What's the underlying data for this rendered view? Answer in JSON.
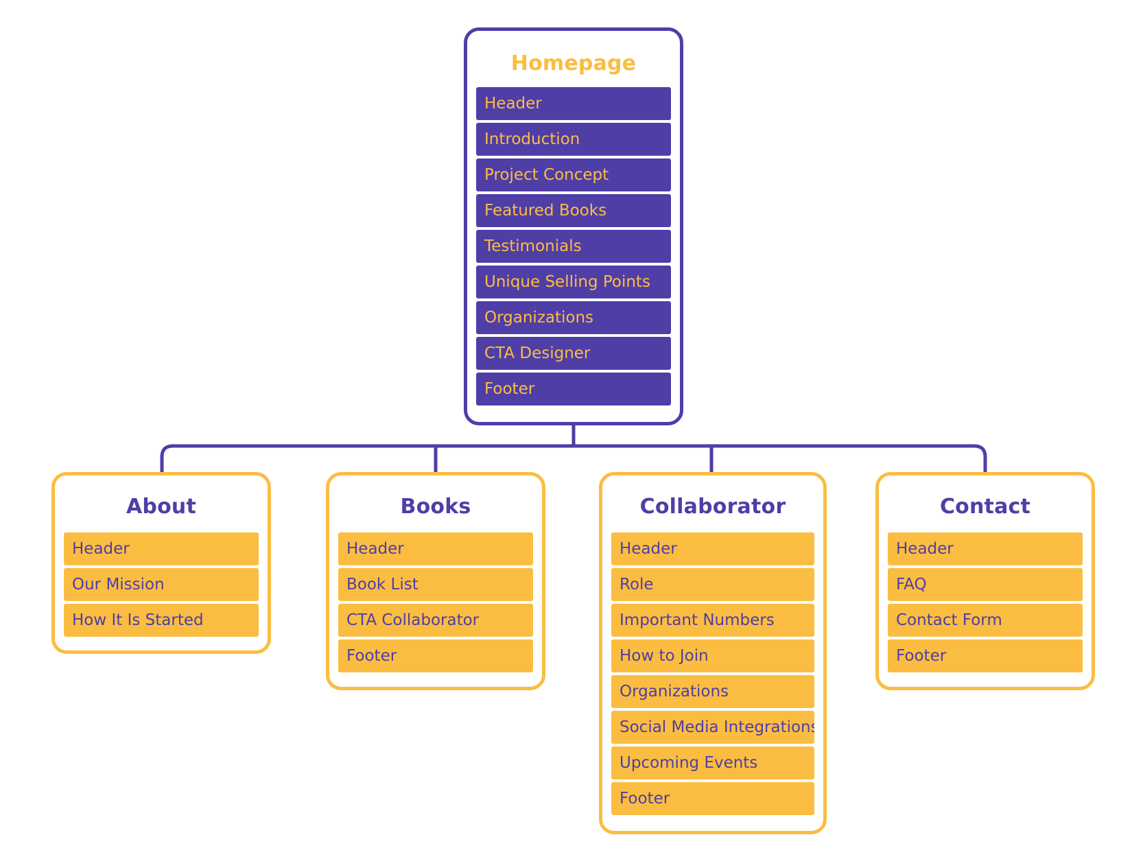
{
  "colors": {
    "primary": "#4f3ea6",
    "accent": "#fbbd41",
    "background": "#ffffff"
  },
  "homepage": {
    "title": "Homepage",
    "items": [
      "Header",
      "Introduction",
      "Project Concept",
      "Featured Books",
      "Testimonials",
      "Unique Selling Points",
      "Organizations",
      "CTA Designer",
      "Footer"
    ]
  },
  "about": {
    "title": "About",
    "items": [
      "Header",
      "Our Mission",
      "How It Is Started"
    ]
  },
  "books": {
    "title": "Books",
    "items": [
      "Header",
      "Book List",
      "CTA Collaborator",
      "Footer"
    ]
  },
  "collaborator": {
    "title": "Collaborator",
    "items": [
      "Header",
      "Role",
      "Important Numbers",
      "How to Join",
      "Organizations",
      "Social Media Integrations",
      "Upcoming Events",
      "Footer"
    ]
  },
  "contact": {
    "title": "Contact",
    "items": [
      "Header",
      "FAQ",
      "Contact Form",
      "Footer"
    ]
  }
}
